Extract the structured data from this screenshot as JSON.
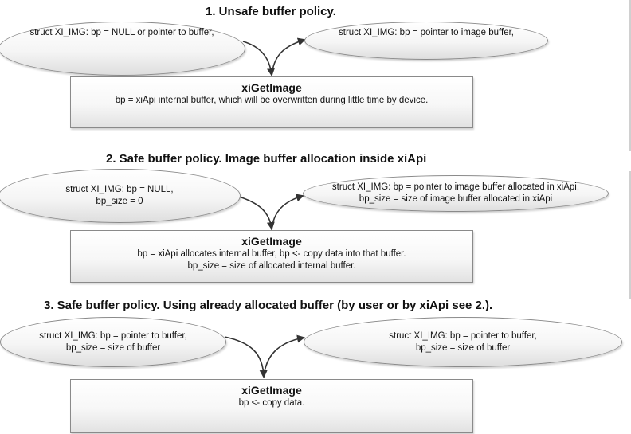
{
  "sections": [
    {
      "heading": "1. Unsafe buffer policy.",
      "left": {
        "line1": "struct XI_IMG: bp = NULL or pointer to buffer,",
        "line2": ""
      },
      "right": {
        "line1": "struct XI_IMG: bp = pointer to image buffer,",
        "line2": ""
      },
      "box": {
        "title": "xiGetImage",
        "line1": "bp = xiApi internal buffer, which will be overwritten during little time by device.",
        "line2": ""
      }
    },
    {
      "heading": "2. Safe buffer policy. Image buffer allocation inside xiApi",
      "left": {
        "line1": "struct XI_IMG: bp = NULL,",
        "line2": "bp_size = 0"
      },
      "right": {
        "line1": "struct XI_IMG: bp = pointer to image buffer allocated in xiApi,",
        "line2": "bp_size = size of image buffer allocated in xiApi"
      },
      "box": {
        "title": "xiGetImage",
        "line1": "bp = xiApi allocates internal buffer, bp <- copy data into that buffer.",
        "line2": "bp_size = size of allocated internal buffer."
      }
    },
    {
      "heading": "3. Safe buffer policy. Using already allocated buffer (by user or by xiApi see 2.).",
      "left": {
        "line1": "struct XI_IMG: bp = pointer to buffer,",
        "line2": "bp_size = size of buffer"
      },
      "right": {
        "line1": "struct XI_IMG: bp = pointer to buffer,",
        "line2": "bp_size = size of buffer"
      },
      "box": {
        "title": "xiGetImage",
        "line1": "bp <- copy data.",
        "line2": ""
      }
    }
  ]
}
